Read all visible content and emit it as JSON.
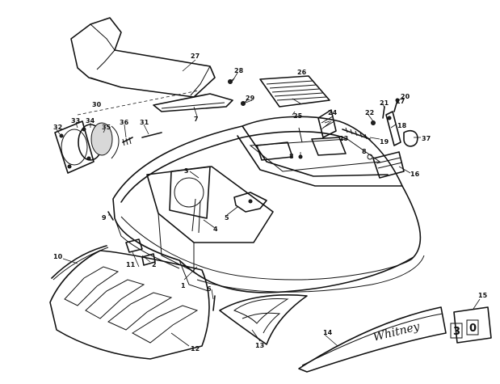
{
  "parts": [
    {
      "id": "p1",
      "label": "1"
    },
    {
      "id": "p2",
      "label": "2"
    },
    {
      "id": "p3",
      "label": "3"
    },
    {
      "id": "p4",
      "label": "4"
    },
    {
      "id": "p5",
      "label": "5"
    },
    {
      "id": "p6",
      "label": "6"
    },
    {
      "id": "p7",
      "label": "7"
    },
    {
      "id": "p8a",
      "label": "8"
    },
    {
      "id": "p8b",
      "label": "8"
    },
    {
      "id": "p9",
      "label": "9"
    },
    {
      "id": "p10",
      "label": "10"
    },
    {
      "id": "p11",
      "label": "11"
    },
    {
      "id": "p12",
      "label": "12"
    },
    {
      "id": "p13",
      "label": "13"
    },
    {
      "id": "p14",
      "label": "14"
    },
    {
      "id": "p15",
      "label": "15"
    },
    {
      "id": "p16",
      "label": "16"
    },
    {
      "id": "p17",
      "label": "17"
    },
    {
      "id": "p18",
      "label": "18"
    },
    {
      "id": "p19",
      "label": "19"
    },
    {
      "id": "p20",
      "label": "20"
    },
    {
      "id": "p21",
      "label": "21"
    },
    {
      "id": "p22",
      "label": "22"
    },
    {
      "id": "p23",
      "label": "23"
    },
    {
      "id": "p24",
      "label": "24"
    },
    {
      "id": "p25",
      "label": "25"
    },
    {
      "id": "p26",
      "label": "26"
    },
    {
      "id": "p27",
      "label": "27"
    },
    {
      "id": "p28",
      "label": "28"
    },
    {
      "id": "p29",
      "label": "29"
    },
    {
      "id": "p30",
      "label": "30"
    },
    {
      "id": "p31",
      "label": "31"
    },
    {
      "id": "p32",
      "label": "32"
    },
    {
      "id": "p33",
      "label": "33"
    },
    {
      "id": "p34",
      "label": "34"
    },
    {
      "id": "p35",
      "label": "35"
    },
    {
      "id": "p36",
      "label": "36"
    },
    {
      "id": "p37",
      "label": "37"
    }
  ],
  "decal_text": "Whitney",
  "badge_digits": [
    "3",
    "0"
  ]
}
